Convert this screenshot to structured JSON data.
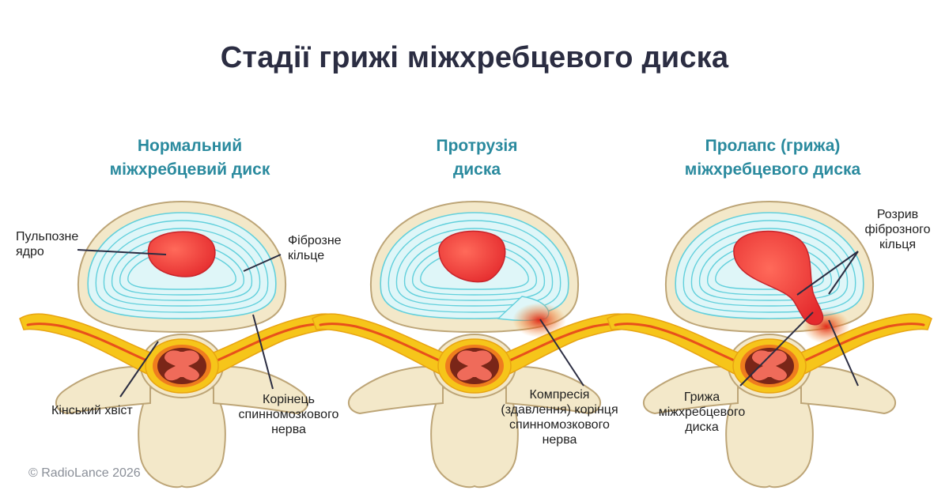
{
  "title": "Стадії грижі міжхребцевого диска",
  "panels": [
    {
      "title_lines": [
        "Нормальний",
        "міжхребцевий диск"
      ],
      "labels": {
        "nucleus": [
          "Пульпозне",
          "ядро"
        ],
        "annulus": [
          "Фіброзне",
          "кільце"
        ],
        "cauda": [
          "Кінський хвіст"
        ],
        "root": [
          "Корінець",
          "спинномозкового",
          "нерва"
        ]
      }
    },
    {
      "title_lines": [
        "Протрузія",
        "диска"
      ],
      "labels": {
        "compression": [
          "Компресія",
          "(здавлення) корінця",
          "спинномозкового",
          "нерва"
        ]
      }
    },
    {
      "title_lines": [
        "Пролапс (грижа)",
        "міжхребцевого диска"
      ],
      "labels": {
        "rupture": [
          "Розрив",
          "фіброзного",
          "кільця"
        ],
        "hernia": [
          "Грижа",
          "міжхребцевого",
          "диска"
        ]
      }
    }
  ],
  "copyright": "© RadioLance 2026",
  "colors": {
    "title": "#2b2d42",
    "subtitle": "#2a8a9e",
    "bone": "#f3e8c9",
    "bone_outline": "#bda577",
    "annulus": "#dff6f8",
    "annulus_rings": "#62d0dc",
    "nucleus": "#ee3a3a",
    "nerve": "#f6c51a",
    "nerve_inner": "#e8501b",
    "cord": "#7a2618"
  }
}
